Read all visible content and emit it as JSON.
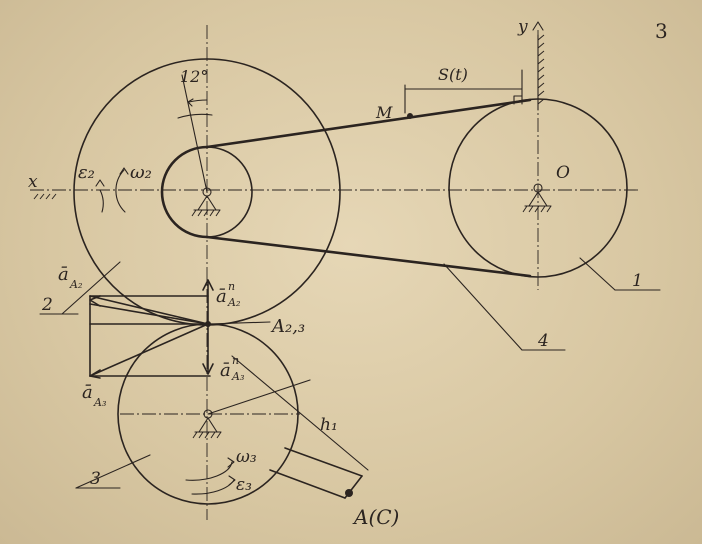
{
  "figure": {
    "number": "3",
    "labels": {
      "x_axis": "x",
      "y_axis": "y",
      "angle": "12°",
      "eps2": "ε₂",
      "omega2": "ω₂",
      "point_M": "M",
      "distance": "S(t)",
      "center_O": "O",
      "body1": "1",
      "body2": "2",
      "body3": "3",
      "body4": "4",
      "aA2": "ā",
      "aA2_sub": "A₂",
      "aA2n": "ā",
      "aA2n_sup": "n",
      "aA2n_sub": "A₂",
      "contact": "A₂,₃",
      "aA3n": "ā",
      "aA3n_sup": "n",
      "aA3n_sub": "A₃",
      "aA3": "ā",
      "aA3_sub": "A₃",
      "h1": "h₁",
      "omega3": "ω₃",
      "eps3": "ε₃",
      "point_AC": "A(C)"
    }
  }
}
